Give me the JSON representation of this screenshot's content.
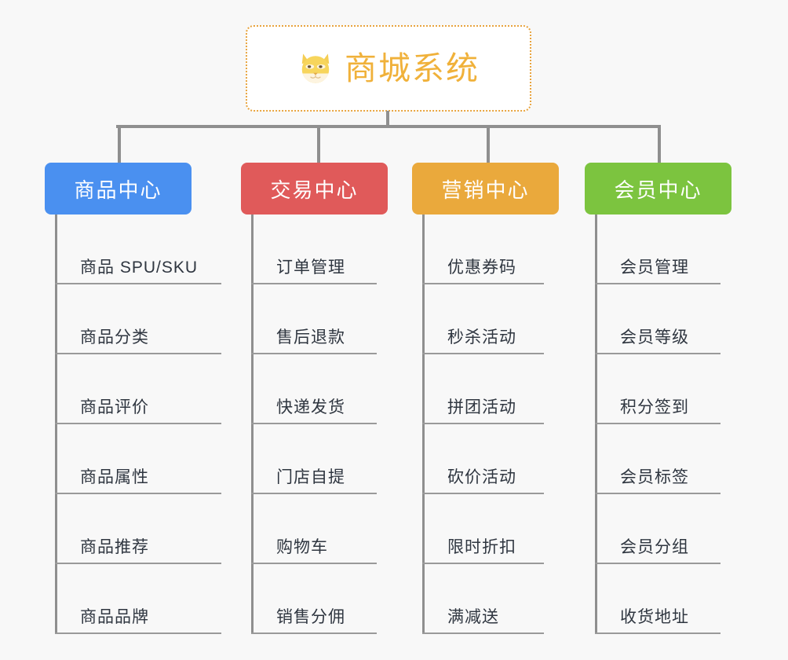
{
  "theme": {
    "background": "#f8f8f8",
    "connector": "#8f8f8f",
    "rule": "#9a9a9a",
    "leaf_text": "#2f3640",
    "root_border": "#e8a33d",
    "root_text": "#f0b13a",
    "root_background": "#ffffff"
  },
  "root": {
    "title": "商城系统",
    "icon": "dog-face-icon"
  },
  "columns": [
    {
      "id": "product-center",
      "label": "商品中心",
      "color": "#4a90f0",
      "items": [
        "商品 SPU/SKU",
        "商品分类",
        "商品评价",
        "商品属性",
        "商品推荐",
        "商品品牌"
      ]
    },
    {
      "id": "trade-center",
      "label": "交易中心",
      "color": "#e05a5a",
      "items": [
        "订单管理",
        "售后退款",
        "快递发货",
        "门店自提",
        "购物车",
        "销售分佣"
      ]
    },
    {
      "id": "marketing-center",
      "label": "营销中心",
      "color": "#eaa93c",
      "items": [
        "优惠券码",
        "秒杀活动",
        "拼团活动",
        "砍价活动",
        "限时折扣",
        "满减送"
      ]
    },
    {
      "id": "member-center",
      "label": "会员中心",
      "color": "#7cc43f",
      "items": [
        "会员管理",
        "会员等级",
        "积分签到",
        "会员标签",
        "会员分组",
        "收货地址"
      ]
    }
  ]
}
